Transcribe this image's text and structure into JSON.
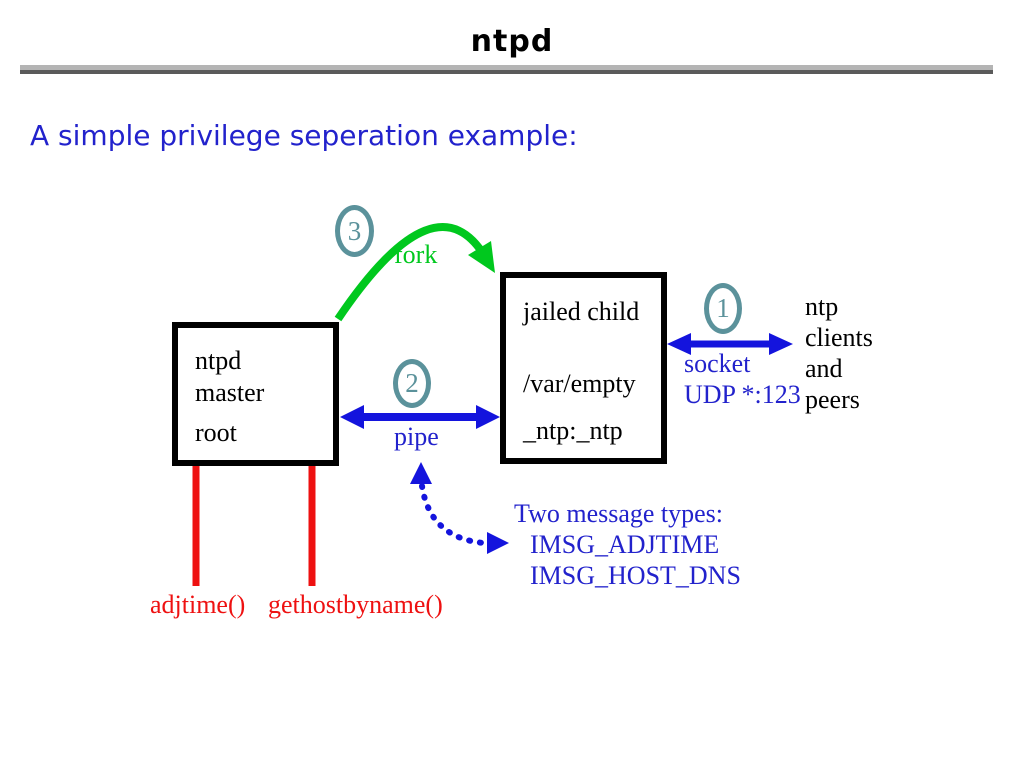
{
  "slide": {
    "title": "ntpd",
    "heading": "A simple privilege seperation example:"
  },
  "colors": {
    "ink": "#000000",
    "accent-blue": "#1414dd",
    "text-blue": "#2222cc",
    "green": "#00c81e",
    "red": "#ee1111",
    "teal": "#5b929b",
    "rule-light": "#b4b4b4",
    "rule-dark": "#5a5a5a"
  },
  "diagram": {
    "master_box": {
      "lines": [
        "ntpd",
        "master",
        "root"
      ]
    },
    "child_box": {
      "lines": [
        "jailed child",
        "/var/empty",
        "_ntp:_ntp"
      ]
    },
    "fork": {
      "step": "3",
      "label": "fork"
    },
    "pipe": {
      "step": "2",
      "label": "pipe"
    },
    "socket": {
      "step": "1",
      "lines": [
        "socket",
        "UDP *:123"
      ]
    },
    "peers": {
      "lines": [
        "ntp",
        "clients",
        "and",
        "peers"
      ]
    },
    "syscalls": {
      "left": "adjtime()",
      "right": "gethostbyname()"
    },
    "messages": {
      "title": "Two message types:",
      "items": [
        "IMSG_ADJTIME",
        "IMSG_HOST_DNS"
      ]
    }
  }
}
